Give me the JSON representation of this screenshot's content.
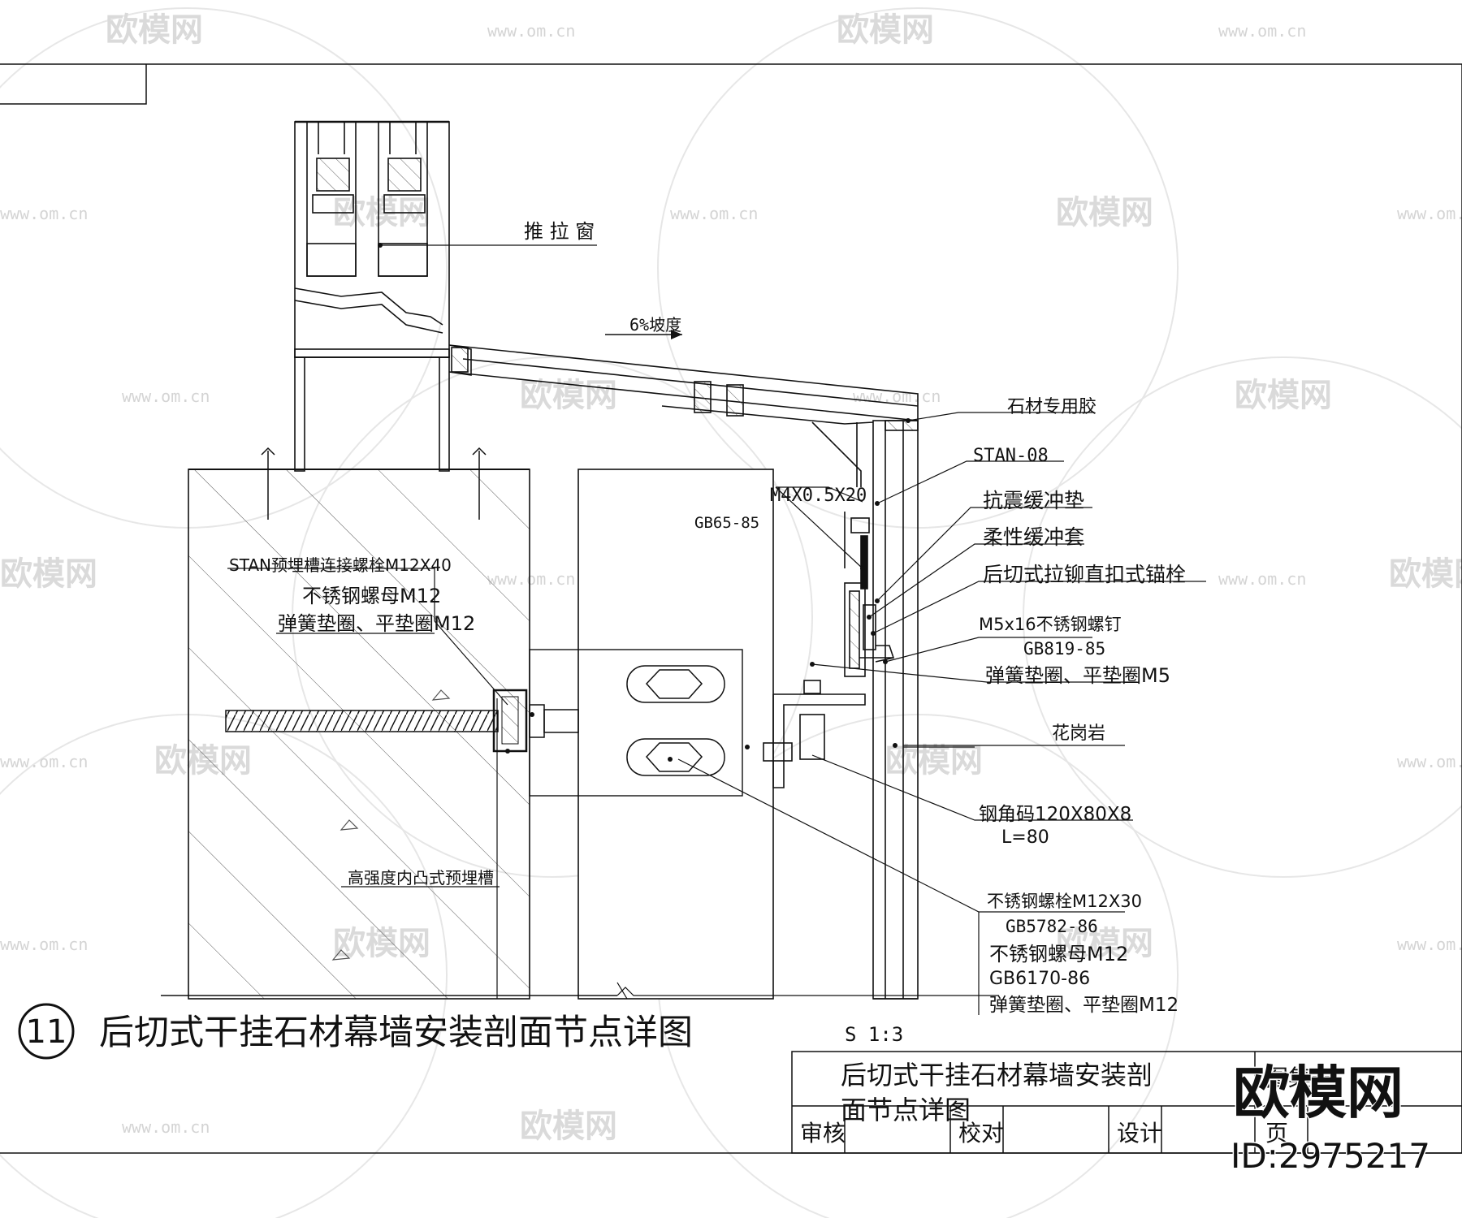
{
  "watermark": {
    "brand": "欧模网",
    "url": "www.om.cn"
  },
  "drawing": {
    "number": "11",
    "title": "后切式干挂石材幕墙安装剖面节点详图",
    "scale": "S 1:3"
  },
  "callouts": {
    "window": "推 拉 窗",
    "slope": "6%坡度",
    "stone_glue": "石材专用胶",
    "stan08": "STAN-08",
    "m4": "M4X0.5X20",
    "seismic_pad": "抗震缓冲垫",
    "flex_sleeve": "柔性缓冲套",
    "anchor": "后切式拉铆直扣式锚栓",
    "m5": "M5x16不锈钢螺钉",
    "gb819": "GB819-85",
    "washer_m5": "弹簧垫圈、平垫圈M5",
    "granite": "花岗岩",
    "angle": "钢角码120X80X8",
    "angle_len": "L=80",
    "bolt_m12x30": "不锈钢螺栓M12X30",
    "gb5782": "GB5782-86",
    "nut_m12_b": "不锈钢螺母M12",
    "gb6170": "GB6170-86",
    "washer_m12_b": "弹簧垫圈、平垫圈M12",
    "gb65": "GB65-85",
    "stan_bolt": "STAN预埋槽连接螺栓M12X40",
    "nut_m12_a": "不锈钢螺母M12",
    "washer_m12_a": "弹簧垫圈、平垫圈M12",
    "channel": "高强度内凸式预埋槽"
  },
  "title_block": {
    "name_line1": "后切式干挂石材幕墙安装剖",
    "name_line2": "面节点详图",
    "atlas_no": "图集号",
    "review": "审核",
    "check": "校对",
    "design": "设计",
    "page": "页"
  },
  "badge": {
    "brand": "欧模网",
    "id": "ID:2975217"
  }
}
